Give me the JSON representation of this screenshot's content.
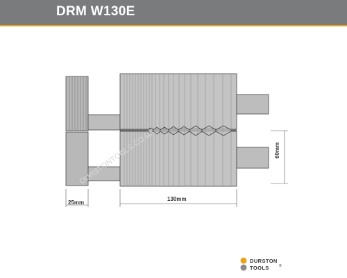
{
  "header": {
    "title": "DRM W130E",
    "accent_color": "#e8a31c",
    "bar_color": "#7a7b7d"
  },
  "dimensions": {
    "width_left": "25mm",
    "width_main": "130mm",
    "height_right": "60mm"
  },
  "logo": {
    "line1": "DURSTON",
    "line2": "TOOLS",
    "registered": "®",
    "dot_colors": [
      "#e8a31c",
      "#8a8a8a"
    ]
  }
}
